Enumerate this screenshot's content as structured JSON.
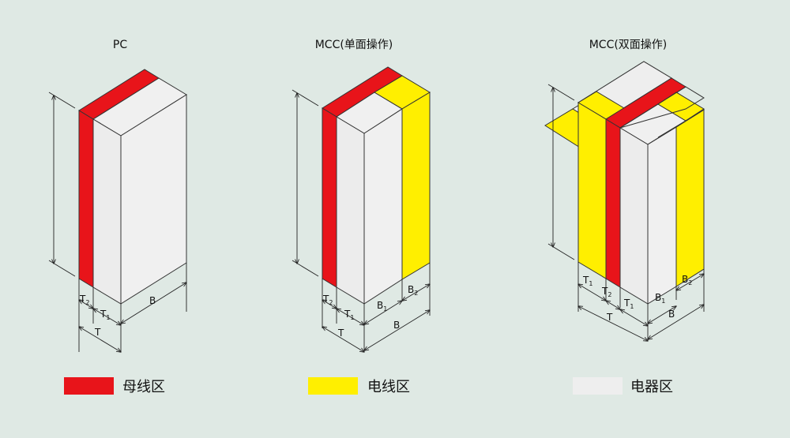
{
  "titles": {
    "pc": "PC",
    "mcc_single": "MCC(单面操作)",
    "mcc_double": "MCC(双面操作)"
  },
  "dims": {
    "t": "T",
    "t1": "T",
    "t2": "T",
    "b": "B",
    "b1": "B",
    "b2": "B",
    "sub1": "1",
    "sub2": "2"
  },
  "legend": [
    {
      "label": "母线区",
      "color": "#e8141a"
    },
    {
      "label": "电线区",
      "color": "#ffef00"
    },
    {
      "label": "电器区",
      "color": "#eeeeee"
    }
  ],
  "colors": {
    "background": "#dfe9e4",
    "busbar": "#e8141a",
    "wire": "#ffef00",
    "device": "#eeeeee"
  }
}
